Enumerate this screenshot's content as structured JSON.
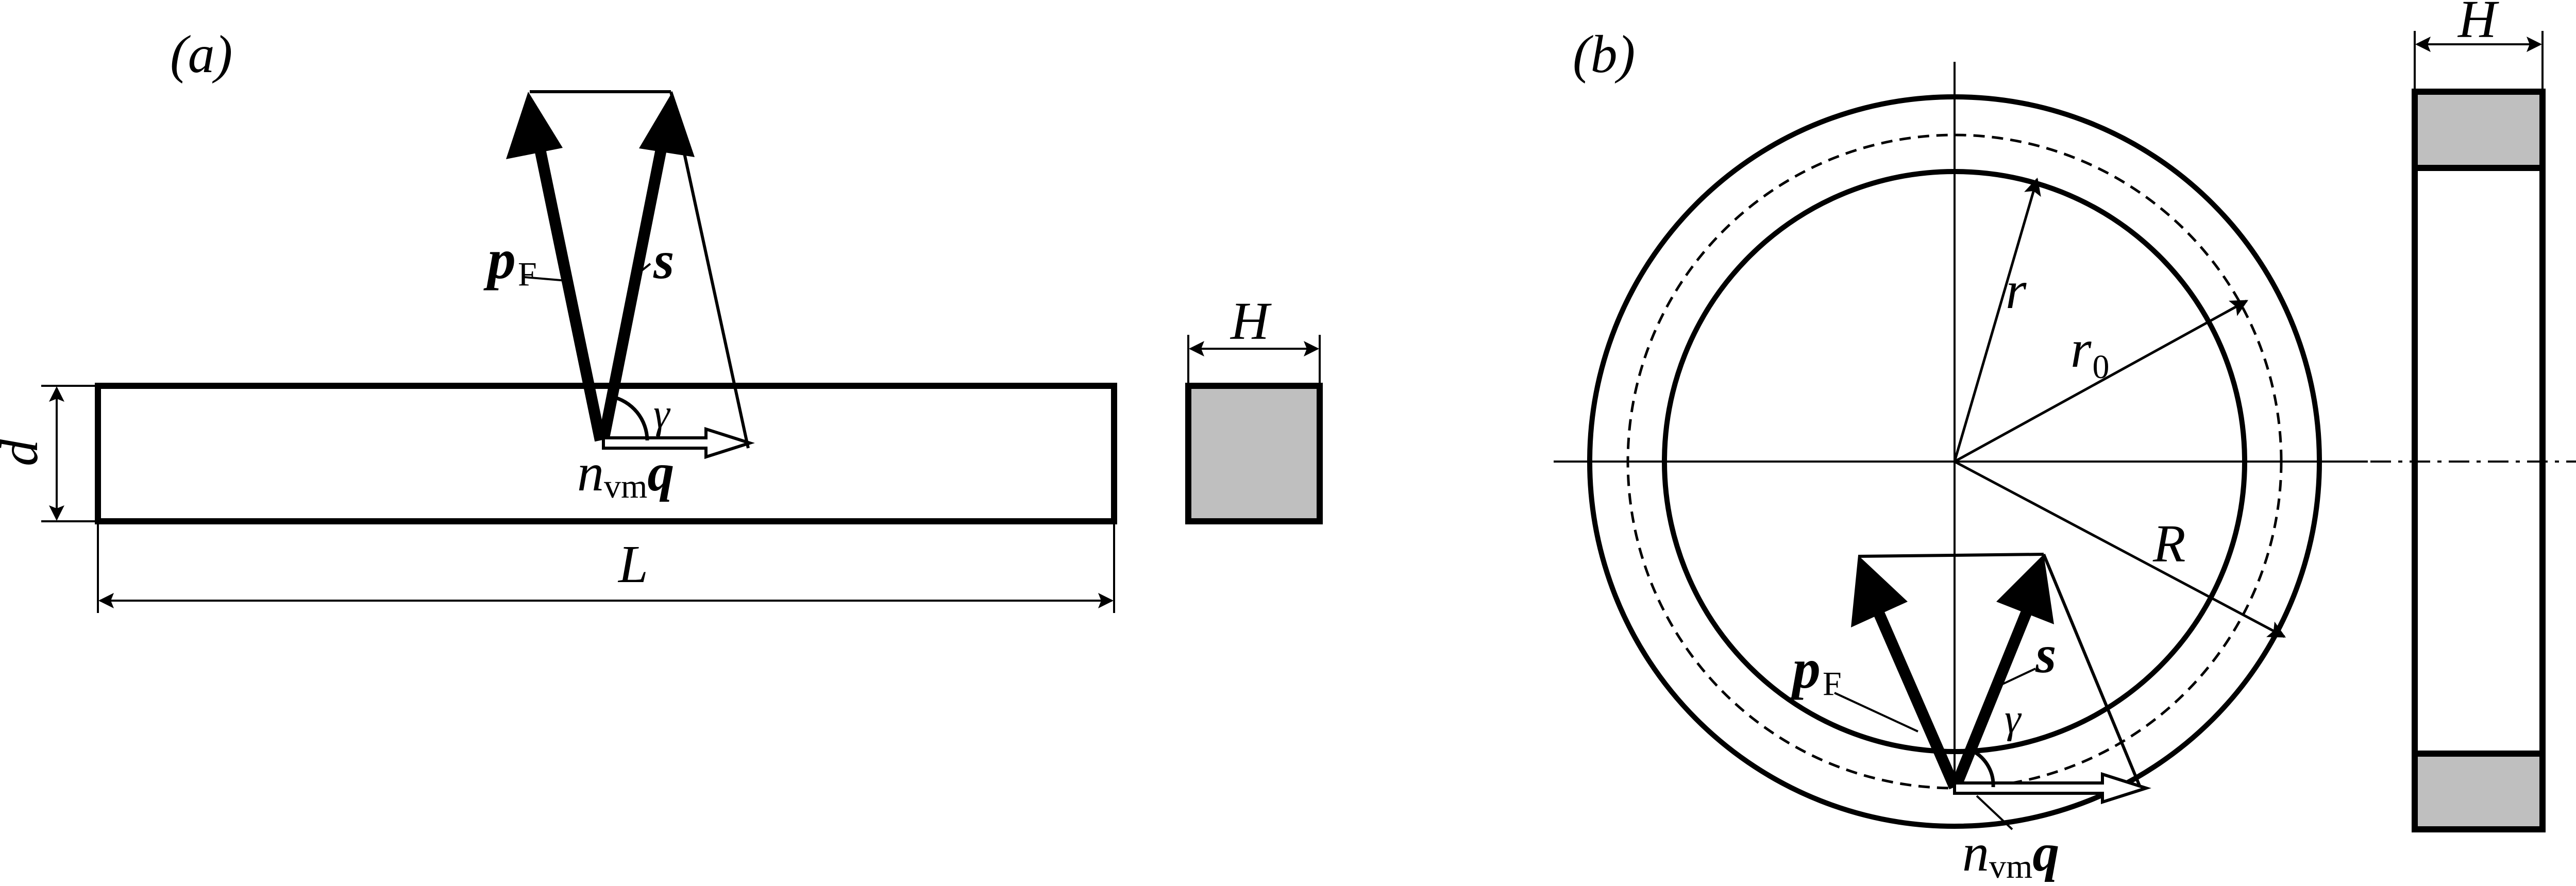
{
  "panel_a": {
    "tag": "(a)",
    "labels": {
      "pF_main": "p",
      "pF_sub": "F",
      "s": "s",
      "gamma": "γ",
      "nvm_main": "n",
      "nvm_sub": "vm",
      "q": "q",
      "d": "d",
      "L": "L",
      "H": "H"
    }
  },
  "panel_b": {
    "tag": "(b)",
    "labels": {
      "H": "H",
      "r": "r",
      "r0_main": "r",
      "r0_sub": "0",
      "R": "R",
      "pF_main": "p",
      "pF_sub": "F",
      "s": "s",
      "gamma": "γ",
      "nvm_main": "n",
      "nvm_sub": "vm",
      "q": "q"
    }
  },
  "colors": {
    "ink": "#000000",
    "cross_section_fill": "#bfbfbf",
    "background": "#ffffff"
  }
}
